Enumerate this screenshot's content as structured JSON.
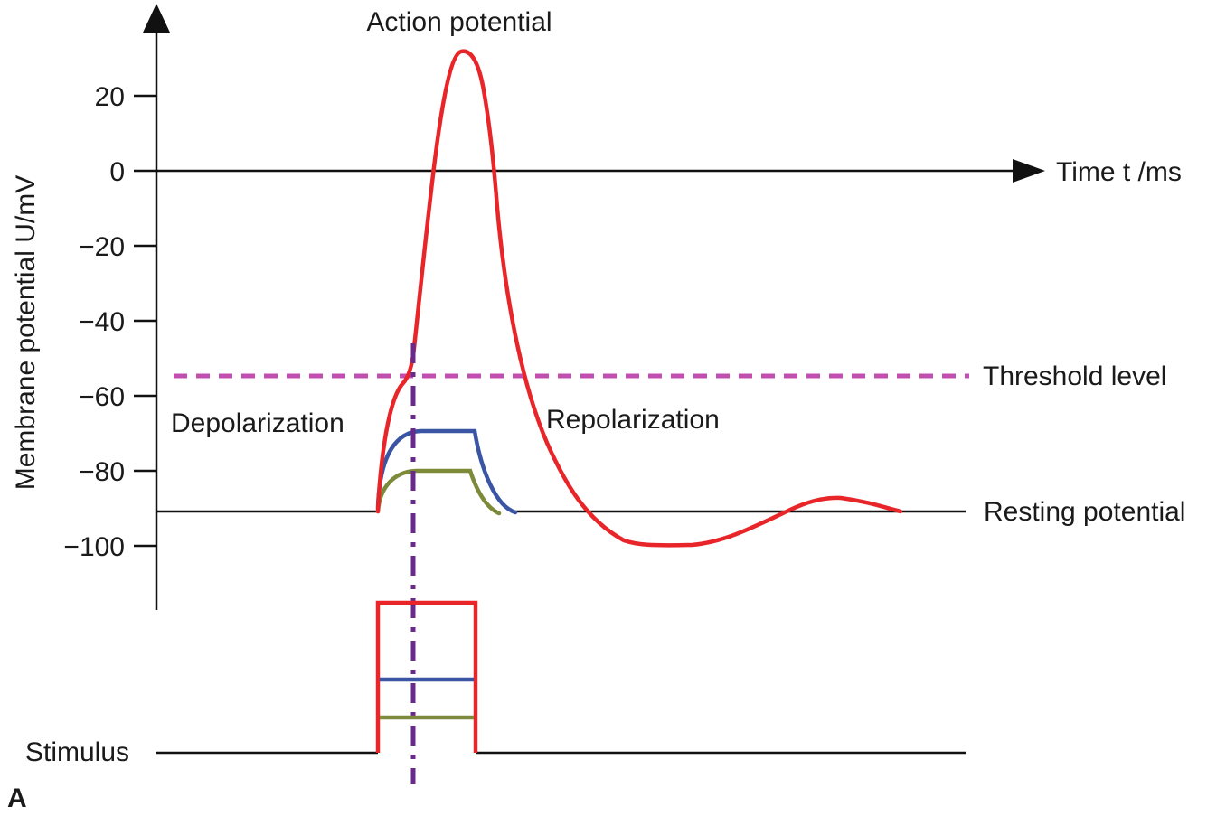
{
  "title": "Action potential",
  "panel_label": "A",
  "y_axis_label": "Membrane potential U/mV",
  "x_axis_label": "Time t /ms",
  "y_ticks": [
    "20",
    "0",
    "−20",
    "−40",
    "−60",
    "−80",
    "−100"
  ],
  "labels": {
    "threshold": "Threshold level",
    "resting": "Resting potential",
    "depolarization": "Depolarization",
    "repolarization": "Repolarization",
    "stimulus": "Stimulus"
  },
  "colors": {
    "action_potential": "#e8262a",
    "strong_subthreshold": "#3a55a4",
    "weak_subthreshold": "#7d8a3a",
    "threshold": "#c04fb0",
    "onset_marker": "#6a2a8c",
    "axis": "#111111"
  },
  "levels_mV": {
    "threshold": -55,
    "resting": -90,
    "peak": 32,
    "undershoot": -100,
    "strong_subthreshold_plateau": -69,
    "weak_subthreshold_plateau": -80
  }
}
